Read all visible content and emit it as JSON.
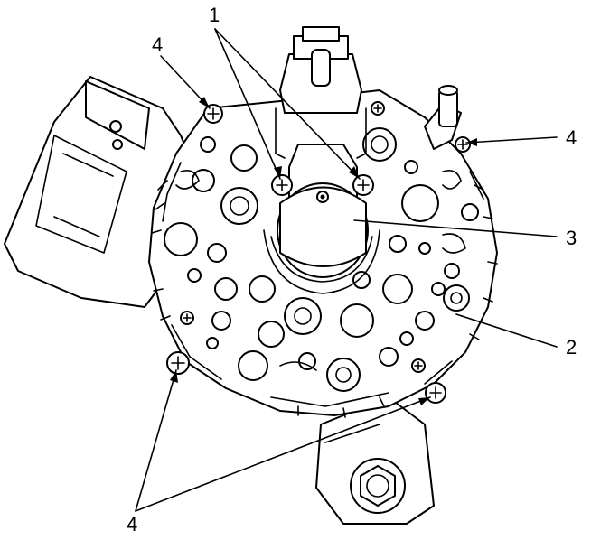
{
  "callouts": [
    {
      "id": "1",
      "label": "1"
    },
    {
      "id": "2",
      "label": "2"
    },
    {
      "id": "3",
      "label": "3"
    },
    {
      "id": "4a",
      "label": "4"
    },
    {
      "id": "4b",
      "label": "4"
    },
    {
      "id": "4c",
      "label": "4"
    }
  ],
  "colors": {
    "line": "#000000",
    "background": "#ffffff"
  }
}
